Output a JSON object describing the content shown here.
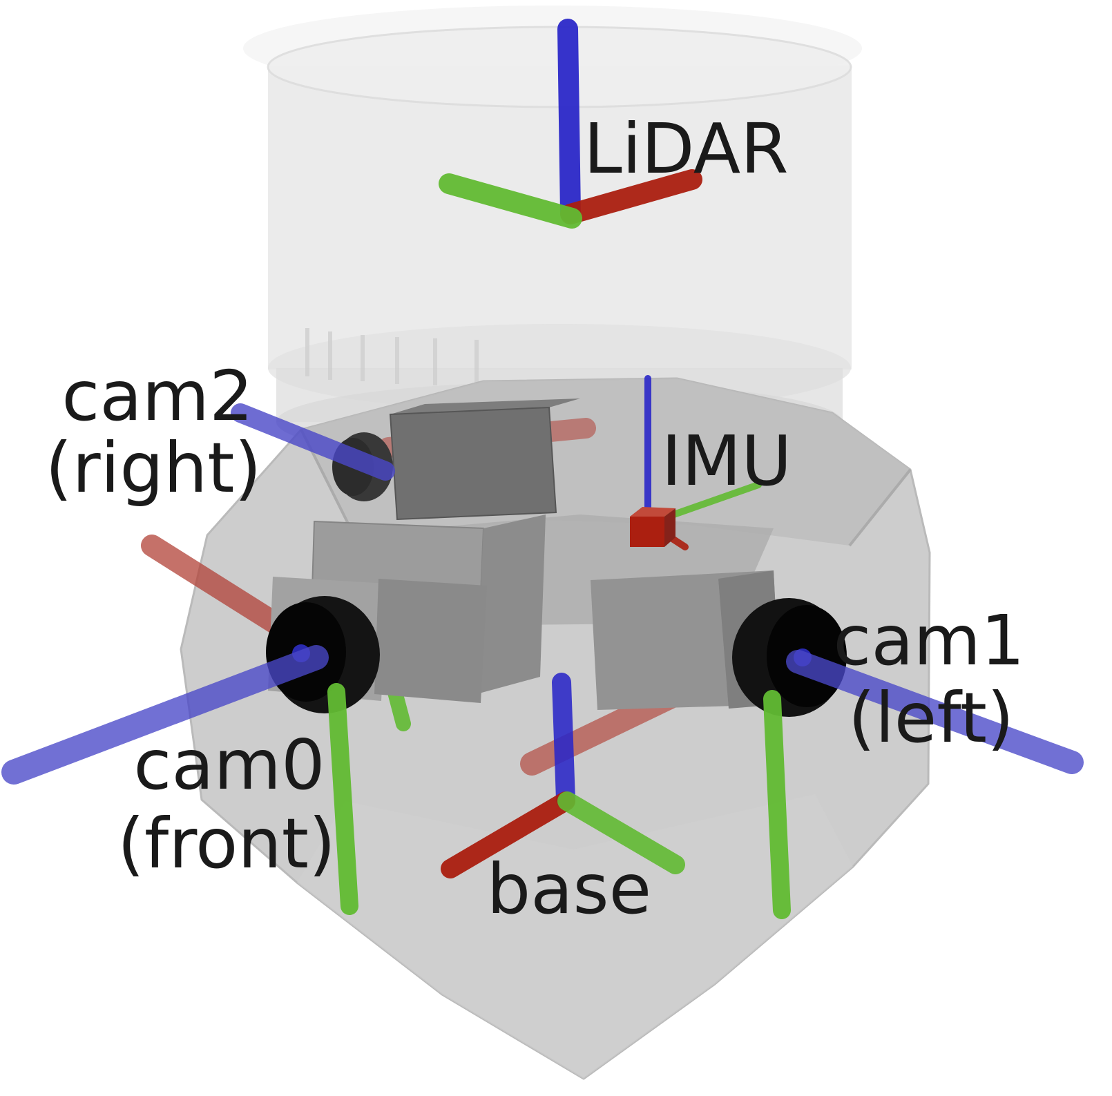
{
  "figure": {
    "title": "sensor-rig-coordinate-frames",
    "background": "#ffffff",
    "colors": {
      "axis_x_red": "#ab1f10",
      "axis_y_green": "#62bb33",
      "axis_z_blue": "#2b28c8",
      "translucent_red": "#b24238",
      "translucent_blue": "#4a48c8",
      "body_gray": "#c9c9c9",
      "housing_gray": "#707070",
      "lens_black": "#121212",
      "label_text": "#1a1a1a"
    },
    "frames": [
      {
        "id": "lidar",
        "label": "LiDAR",
        "sublabel": ""
      },
      {
        "id": "cam2",
        "label": "cam2",
        "sublabel": "(right)"
      },
      {
        "id": "imu",
        "label": "IMU",
        "sublabel": ""
      },
      {
        "id": "cam1",
        "label": "cam1",
        "sublabel": "(left)"
      },
      {
        "id": "cam0",
        "label": "cam0",
        "sublabel": "(front)"
      },
      {
        "id": "base",
        "label": "base",
        "sublabel": ""
      }
    ]
  }
}
